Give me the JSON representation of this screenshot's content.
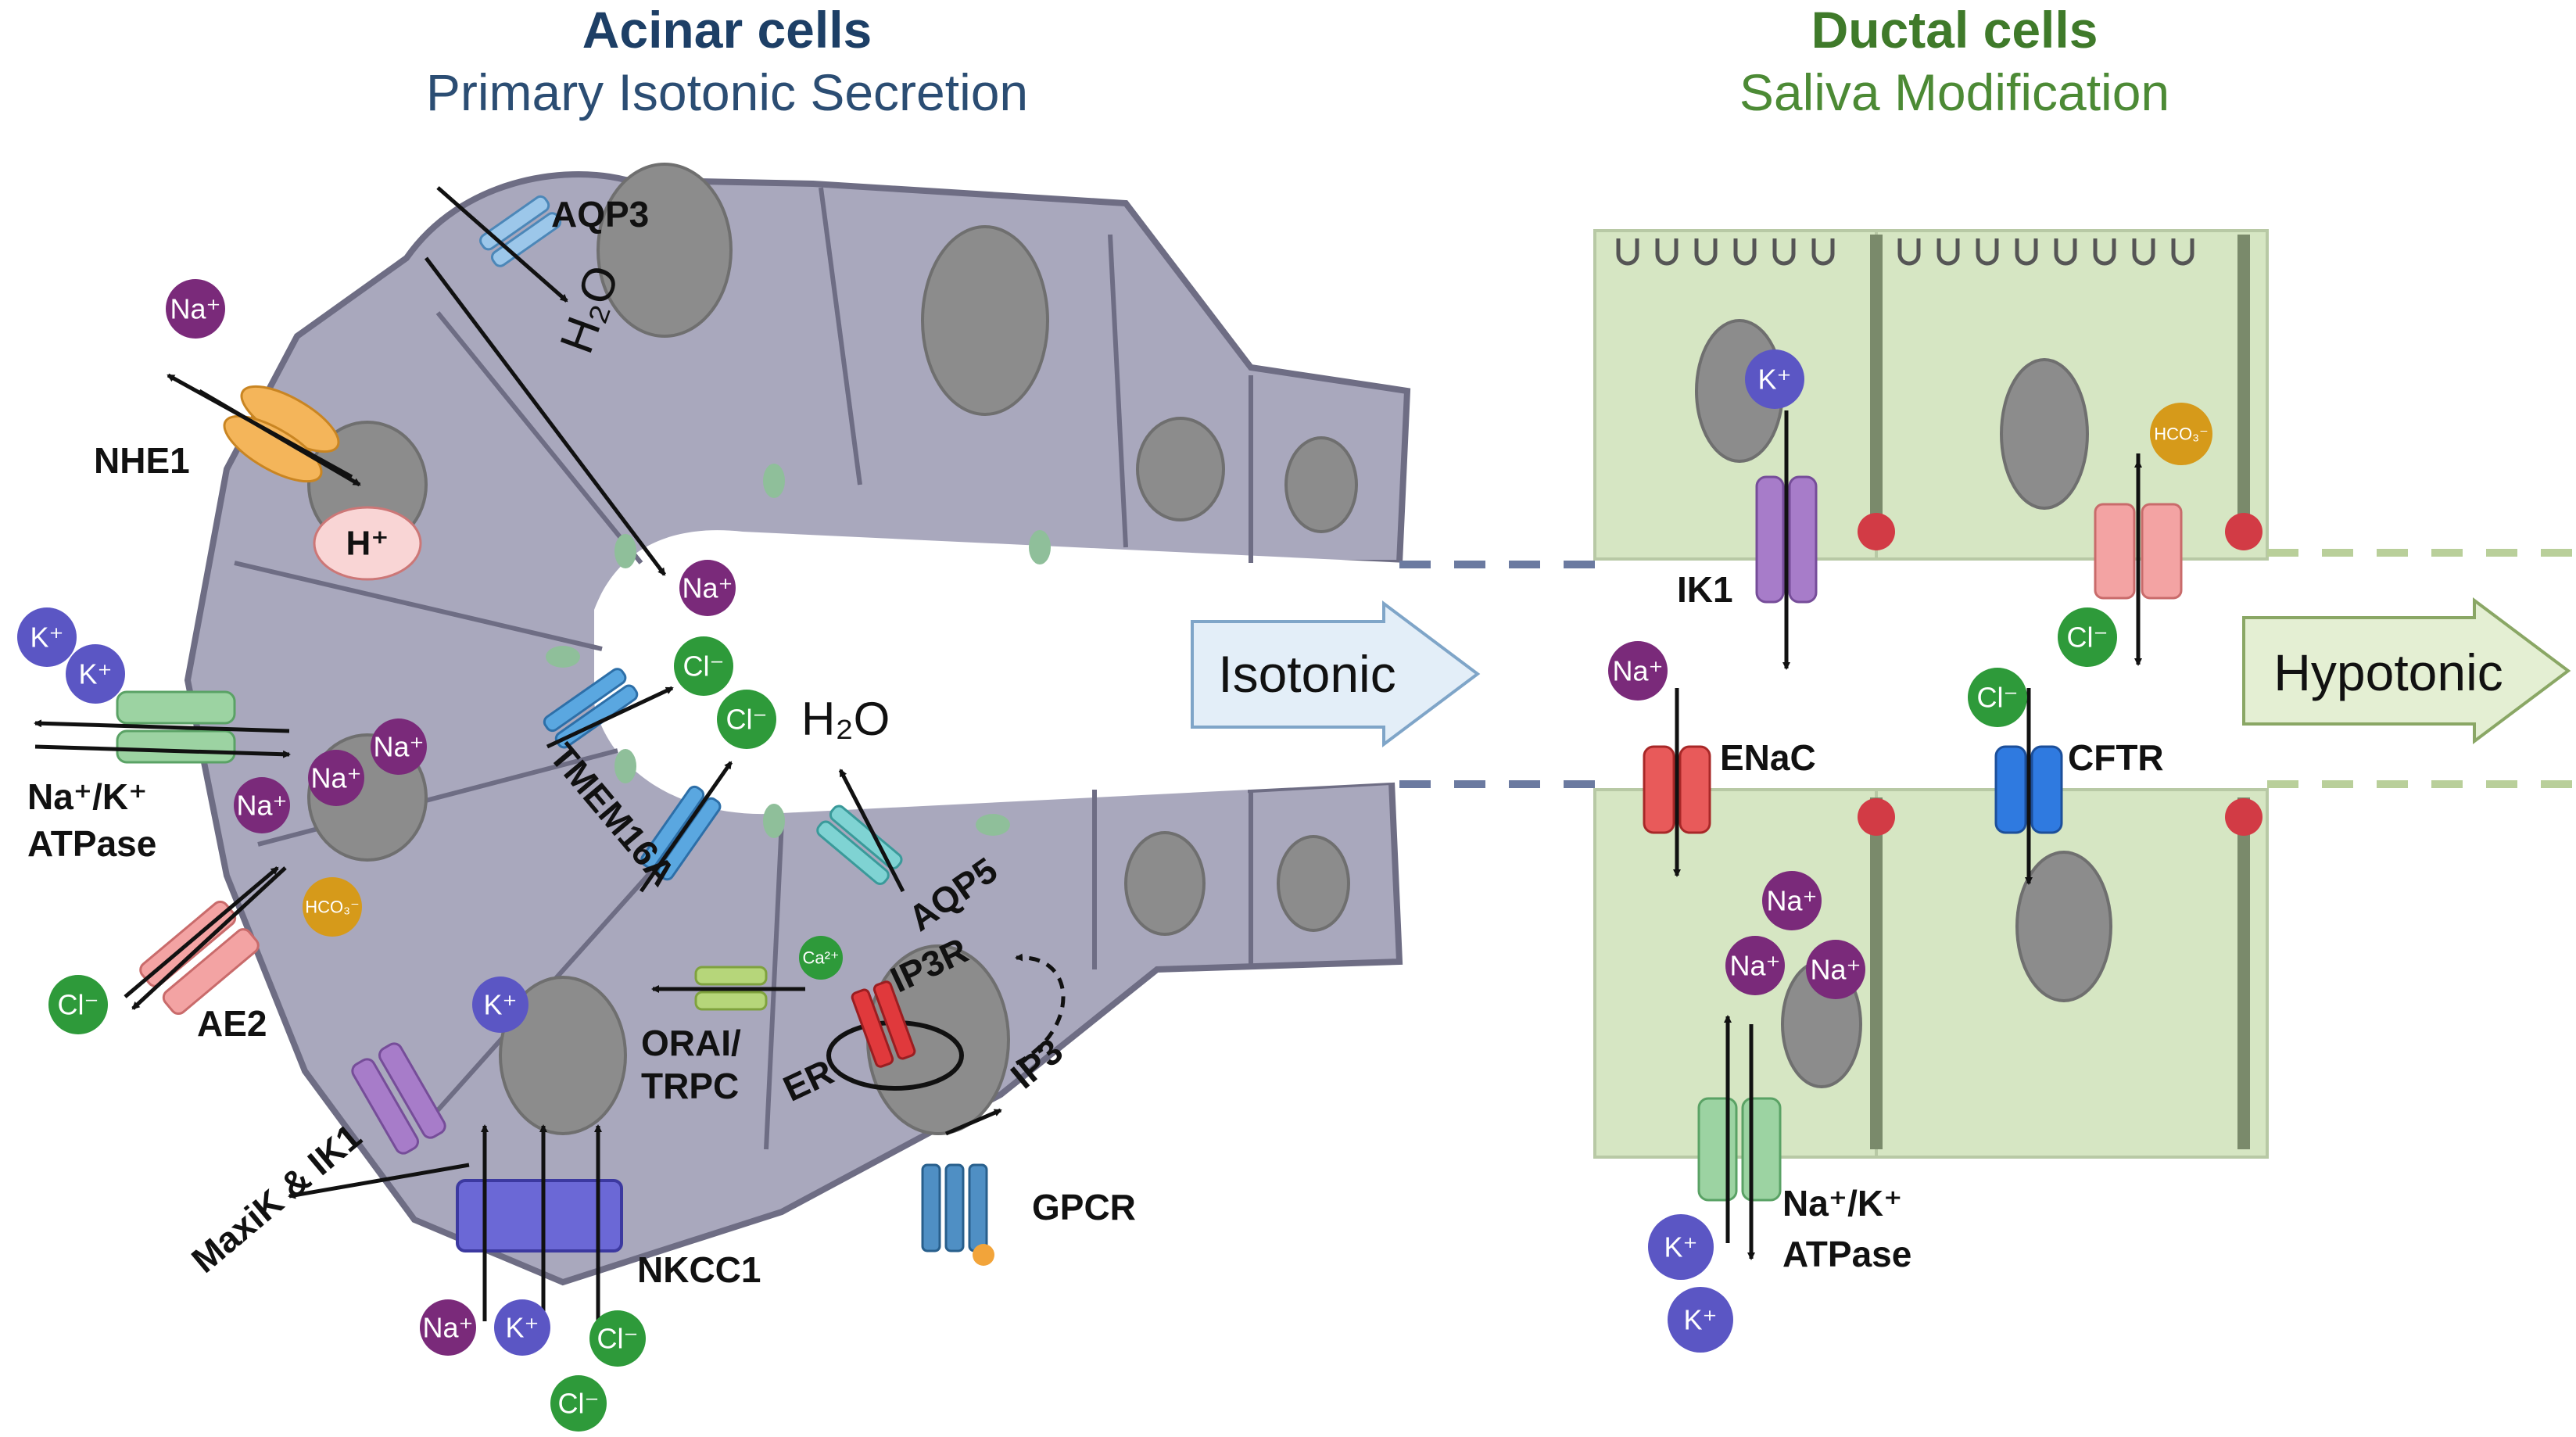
{
  "colors": {
    "acinar_title": "#1d3f66",
    "ductal_title": "#3f7a2a",
    "acinar_cell": "#a9a8bd",
    "ductal_cell": "#d6e6c3",
    "nucleus": "#8c8c8c",
    "ion_na": "#7a2a7a",
    "ion_k": "#5b56c4",
    "ion_cl": "#2e9a3a",
    "ion_hco3": "#d69a1a"
  },
  "headings": {
    "acinar_title": "Acinar cells",
    "acinar_subtitle": "Primary Isotonic Secretion",
    "ductal_title": "Ductal cells",
    "ductal_subtitle": "Saliva Modification"
  },
  "arrows": {
    "isotonic": "Isotonic",
    "hypotonic": "Hypotonic"
  },
  "acinar_labels": {
    "aqp3": "AQP3",
    "nhe1": "NHE1",
    "nak_atpase_1": "Na⁺/K⁺",
    "nak_atpase_2": "ATPase",
    "ae2": "AE2",
    "tmem16a": "TMEM16A",
    "aqp5": "AQP5",
    "ip3r": "IP3R",
    "orai_trpc_1": "ORAI/",
    "orai_trpc_2": "TRPC",
    "er": "ER",
    "ip3": "IP3",
    "gpcr": "GPCR",
    "maxik_ik1": "MaxiK & IK1",
    "nkcc1": "NKCC1",
    "h2o": "H₂O"
  },
  "ductal_labels": {
    "ik1": "IK1",
    "enac": "ENaC",
    "cftr": "CFTR",
    "nak_atpase_1": "Na⁺/K⁺",
    "nak_atpase_2": "ATPase"
  },
  "ions": {
    "na": "Na⁺",
    "k": "K⁺",
    "cl": "Cl⁻",
    "h": "H⁺",
    "hco3": "HCO₃⁻",
    "ca": "Ca²⁺"
  }
}
